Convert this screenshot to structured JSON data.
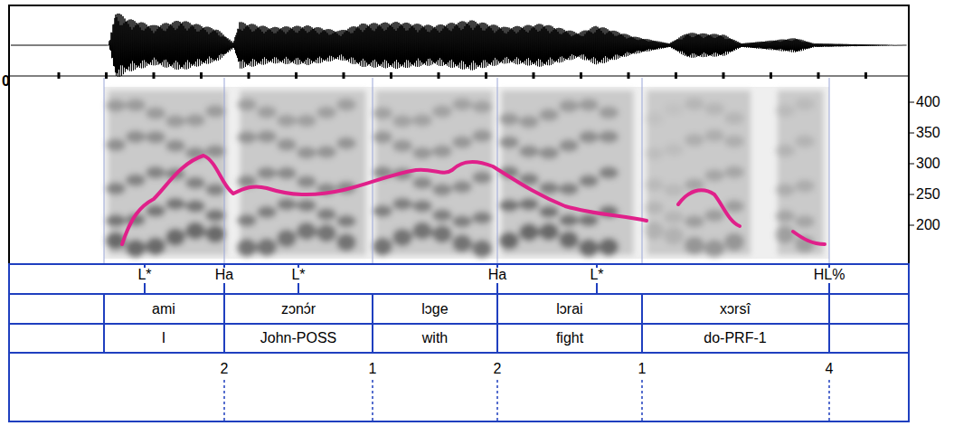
{
  "diagram": {
    "labels": [
      "0",
      "400",
      "350",
      "300",
      "250",
      "200",
      "L*",
      "Ha",
      "L*",
      "Ha",
      "L*",
      "HL%",
      "ami",
      "zɔnɔ́r",
      "lɔge",
      "lɔrai",
      "xɔrsî",
      "I",
      "John-POSS",
      "with",
      "fight",
      "do-PRF-1",
      "2",
      "1",
      "2",
      "1",
      "4"
    ]
  }
}
